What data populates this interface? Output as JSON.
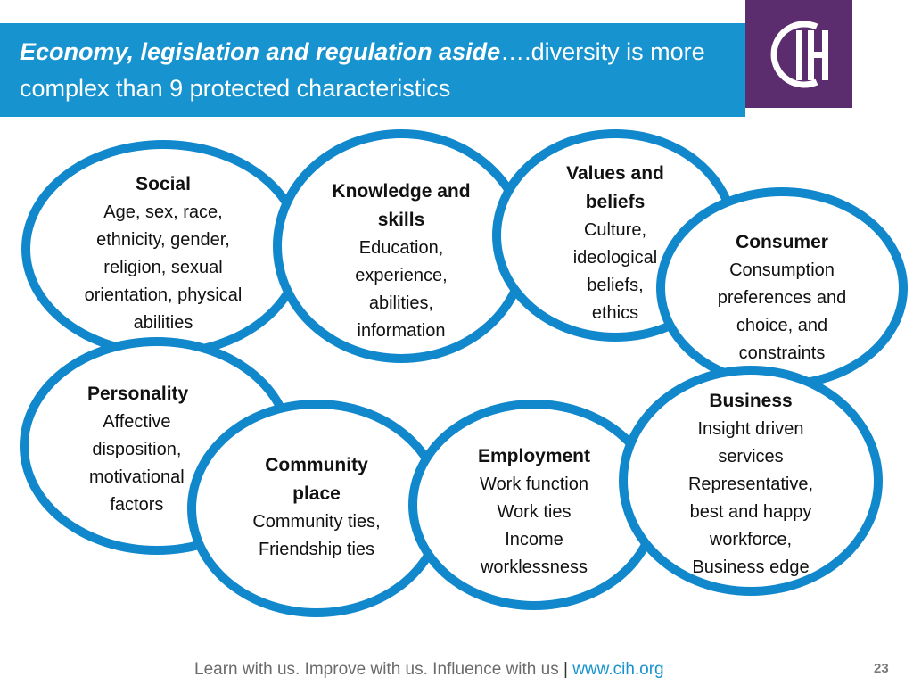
{
  "header": {
    "title_emphasis": "Economy, legislation and regulation aside",
    "title_rest": "….diversity is more complex than 9 protected characteristics",
    "bar_color": "#1793cf"
  },
  "logo": {
    "name": "cih-logo",
    "bg_color": "#5b2d6e"
  },
  "bubbles": [
    {
      "title": "Social",
      "body": "Age, sex, race,\nethnicity, gender,\nreligion, sexual\norientation, physical\nabilities"
    },
    {
      "title": "Knowledge and\nskills",
      "body": "Education,\nexperience,\nabilities,\ninformation"
    },
    {
      "title": "Values and\nbeliefs",
      "body": "Culture,\nideological\nbeliefs,\nethics"
    },
    {
      "title": "Consumer",
      "body": "Consumption\npreferences and\nchoice, and\nconstraints"
    },
    {
      "title": "Personality",
      "body": "Affective\ndisposition,\nmotivational\nfactors"
    },
    {
      "title": "Community\nplace",
      "body": "Community ties,\nFriendship ties"
    },
    {
      "title": "Employment",
      "body": "Work function\nWork ties\nIncome\nworklessness"
    },
    {
      "title": "Business",
      "body": "Insight driven\nservices\nRepresentative,\nbest and happy\nworkforce,\nBusiness edge"
    }
  ],
  "bubble_border_color": "#1288cc",
  "footer": {
    "text": "Learn with us. Improve with us. Influence with us",
    "separator": "|",
    "link": "www.cih.org"
  },
  "page_number": "23"
}
